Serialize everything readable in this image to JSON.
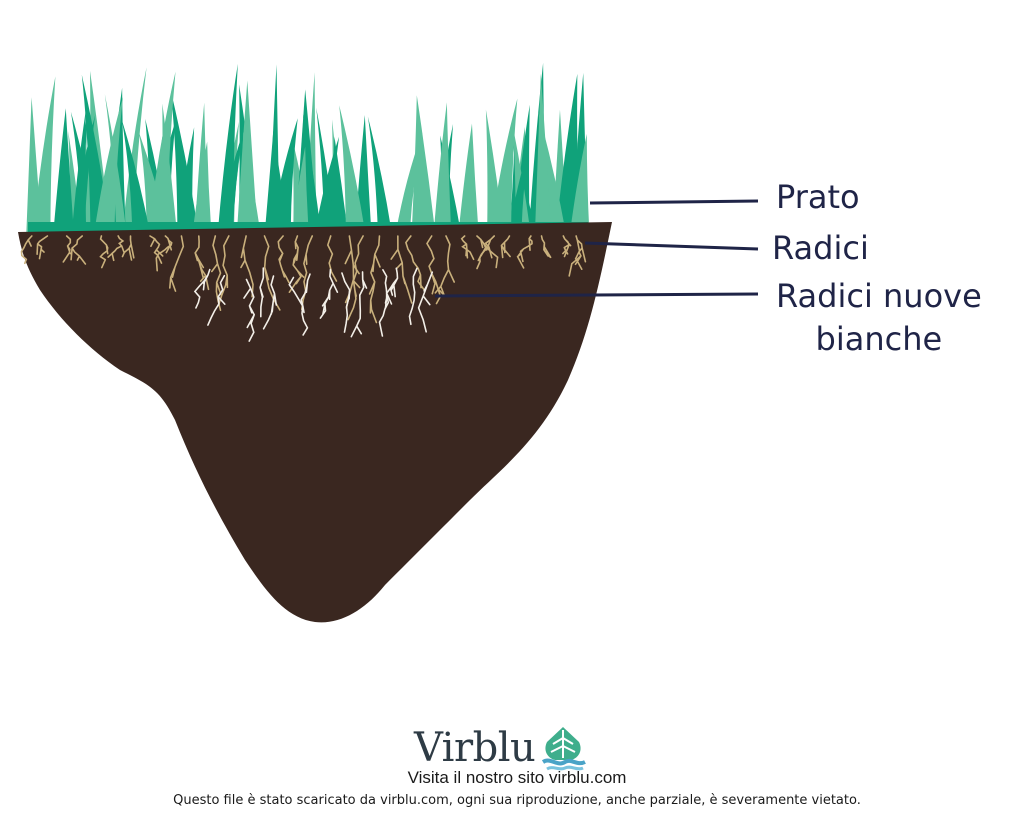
{
  "labels": {
    "prato": "Prato",
    "radici": "Radici",
    "radici_nuove_line1": "Radici nuove",
    "radici_nuove_line2": "bianche"
  },
  "footer": {
    "brand": "Virblu",
    "visit": "Visita il nostro sito virblu.com",
    "copyright": "Questo file è stato scaricato da virblu.com, ogni sua riproduzione, anche parziale, è severamente vietato."
  },
  "colors": {
    "soil": "#3a2720",
    "grass_dark": "#10a27a",
    "grass_light": "#5cc19c",
    "roots": "#c9b07c",
    "new_roots": "#f3efe8",
    "leader_line": "#1f2447",
    "label_text": "#1f2447"
  },
  "icons": {
    "logo": "leaf-wave-logo-icon"
  }
}
